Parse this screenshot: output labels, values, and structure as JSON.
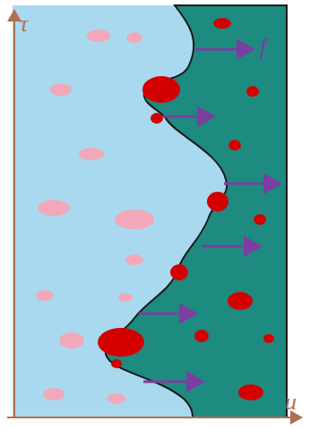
{
  "diagram": {
    "labels": [
      "τ",
      "f",
      "u"
    ]
  }
}
